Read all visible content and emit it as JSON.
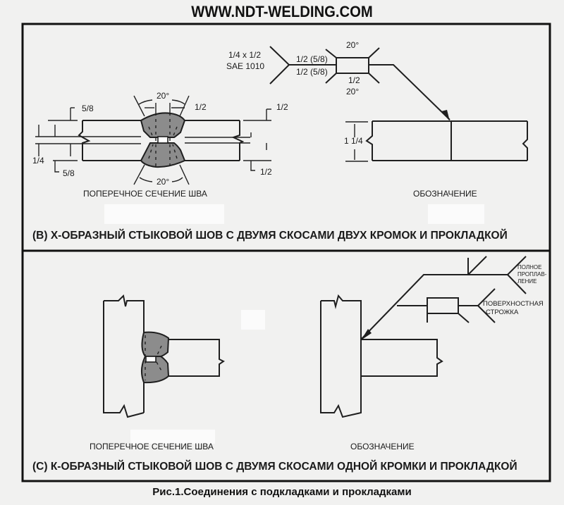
{
  "site_title": "WWW.NDT-WELDING.COM",
  "panel_b": {
    "section_label": "ПОПЕРЕЧНОЕ СЕЧЕНИЕ ШВА",
    "symbol_label": "ОБОЗНАЧЕНИЕ",
    "title": "(B) Х-ОБРАЗНЫЙ СТЫКОВОЙ ШОВ С ДВУМЯ СКОСАМИ ДВУХ КРОМОК И ПРОКЛАДКОЙ",
    "dimensions": {
      "top_thickness_left": "5/8",
      "bottom_thickness_left": "5/8",
      "spacer_left": "1/4",
      "groove_angle_top": "20°",
      "groove_angle_bottom": "20°",
      "root_opening": "1/2",
      "top_right": "1/2",
      "bottom_right": "1/2",
      "total_thickness": "1 1/4"
    },
    "weld_symbol": {
      "spacer_size": "1/4 x 1/2",
      "spacer_material": "SAE 1010",
      "arrow_side_depth": "1/2 (5/8)",
      "other_side_depth": "1/2 (5/8)",
      "angle_top": "20°",
      "root_opening": "1/2",
      "angle_bottom": "20°"
    }
  },
  "panel_c": {
    "section_label": "ПОПЕРЕЧНОЕ СЕЧЕНИЕ ШВА",
    "symbol_label": "ОБОЗНАЧЕНИЕ",
    "title": "(C)  К-ОБРАЗНЫЙ СТЫКОВОЙ ШОВ С ДВУМЯ СКОСАМИ ОДНОЙ КРОМКИ И ПРОКЛАДКОЙ",
    "notes": {
      "full_penetration_line1": "ПОЛНОЕ",
      "full_penetration_line2": "ПРОПЛАВ-",
      "full_penetration_line3": "ЛЕНИЕ",
      "back_gouge_line1": "ПОВЕРХНОСТНАЯ",
      "back_gouge_line2": "СТРОЖКА"
    }
  },
  "figure_caption": "Рис.1.Соединения с подкладками и прокладками"
}
